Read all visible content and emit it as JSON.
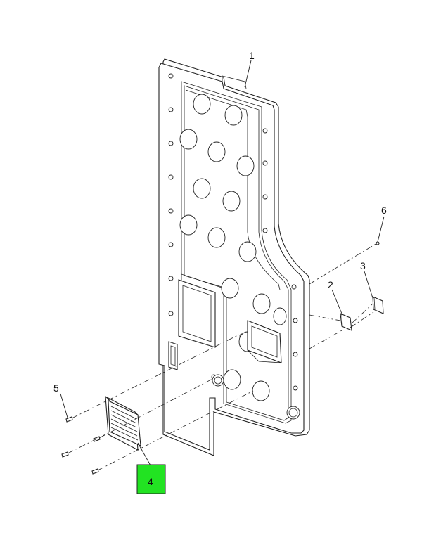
{
  "callouts": {
    "c1": "1",
    "c2": "2",
    "c3": "3",
    "c4": "4",
    "c5": "5",
    "c6": "6"
  },
  "colors": {
    "highlight": "#22e322",
    "line": "#222222",
    "background": "#ffffff"
  }
}
